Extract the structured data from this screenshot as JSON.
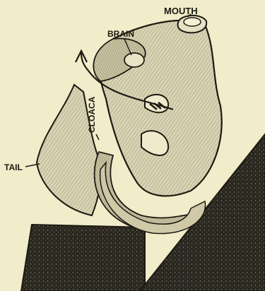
{
  "labels": {
    "mouth": "MOUTH",
    "brain": "BRAIN",
    "cloaca": "CLOACA",
    "tail": "TAIL"
  },
  "colors": {
    "paper": "#f1ecc9",
    "ink": "#1c1a12",
    "body_fill": "#d8d3b3",
    "body_shade": "#bdb797",
    "rock": "#2a2820"
  }
}
